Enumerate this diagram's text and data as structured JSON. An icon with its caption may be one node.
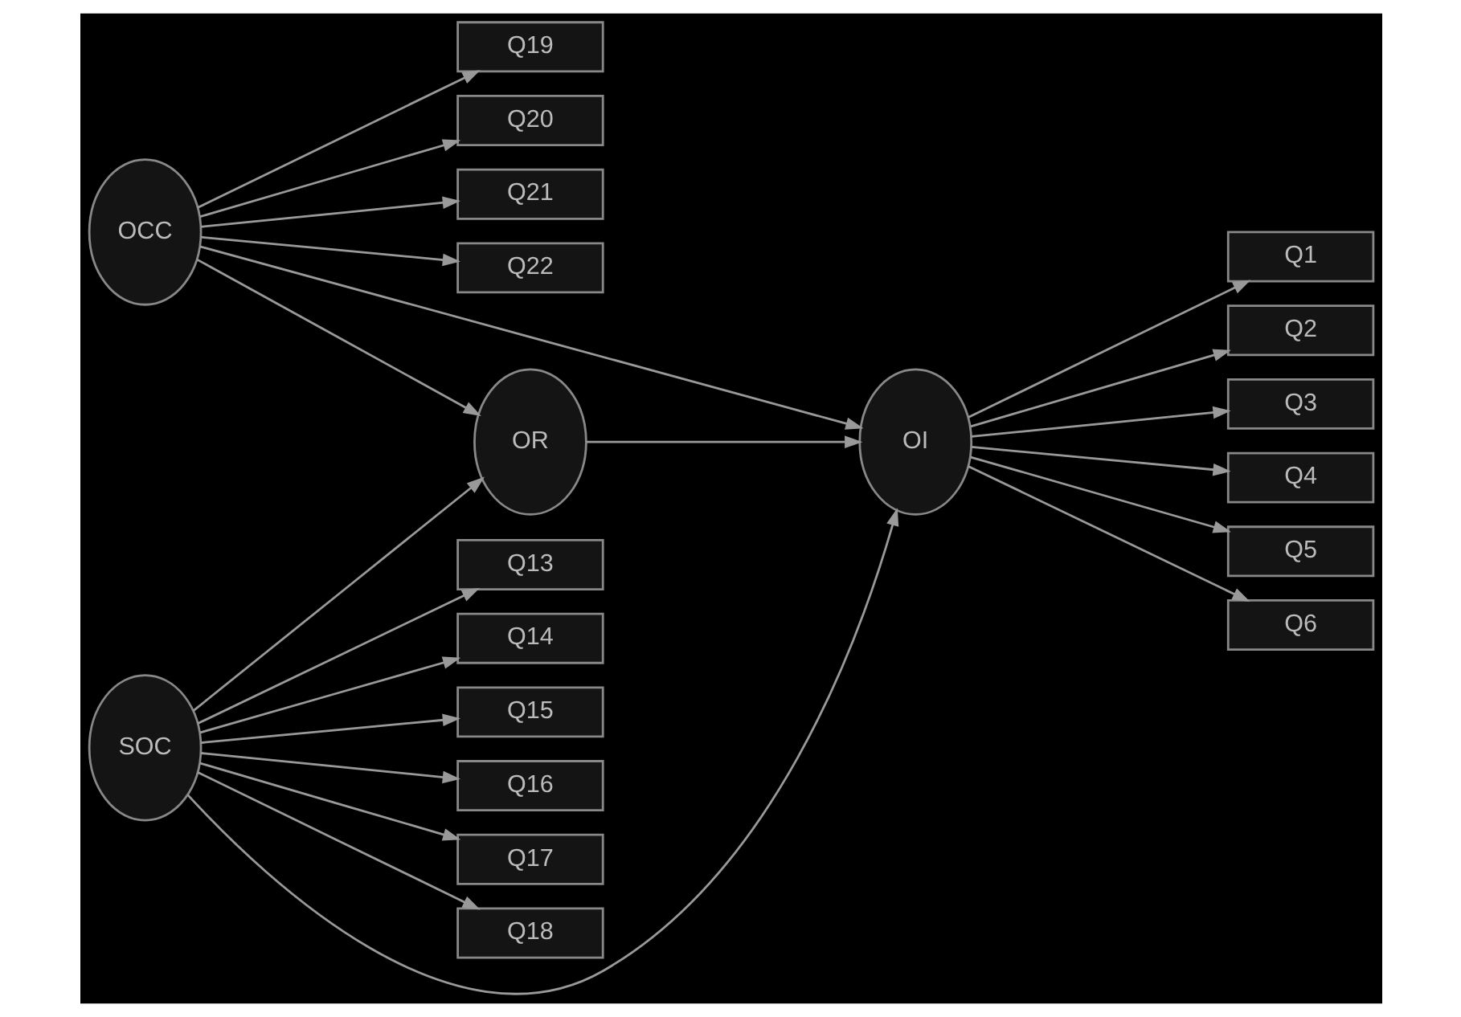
{
  "diagram": {
    "nodes": [
      {
        "text": [
          "OCC"
        ]
      },
      {
        "text": [
          "Q19"
        ]
      },
      {
        "text": [
          "Q20"
        ]
      },
      {
        "text": [
          "Q21"
        ]
      },
      {
        "text": [
          "Q22"
        ]
      },
      {
        "text": [
          "SOC"
        ]
      },
      {
        "text": [
          "Q13"
        ]
      },
      {
        "text": [
          "Q14"
        ]
      },
      {
        "text": [
          "Q15"
        ]
      },
      {
        "text": [
          "Q16"
        ]
      },
      {
        "text": [
          "Q17"
        ]
      },
      {
        "text": [
          "Q18"
        ]
      },
      {
        "text": [
          "OR"
        ]
      },
      {
        "text": [
          "OI"
        ]
      },
      {
        "text": [
          "Q1"
        ]
      },
      {
        "text": [
          "Q2"
        ]
      },
      {
        "text": [
          "Q3"
        ]
      },
      {
        "text": [
          "Q4"
        ]
      },
      {
        "text": [
          "Q5"
        ]
      },
      {
        "text": [
          "Q6"
        ]
      }
    ],
    "edges": [
      {
        "from": 0,
        "to": 1,
        "arrow": "to"
      },
      {
        "from": 0,
        "to": 2,
        "arrow": "to"
      },
      {
        "from": 0,
        "to": 3,
        "arrow": "to"
      },
      {
        "from": 0,
        "to": 4,
        "arrow": "to"
      },
      {
        "from": 0,
        "to": 12,
        "arrow": "to"
      },
      {
        "from": 0,
        "to": 13,
        "arrow": "to"
      },
      {
        "from": 5,
        "to": 6,
        "arrow": "to"
      },
      {
        "from": 5,
        "to": 7,
        "arrow": "to"
      },
      {
        "from": 5,
        "to": 8,
        "arrow": "to"
      },
      {
        "from": 5,
        "to": 9,
        "arrow": "to"
      },
      {
        "from": 5,
        "to": 10,
        "arrow": "to"
      },
      {
        "from": 5,
        "to": 11,
        "arrow": "to"
      },
      {
        "from": 5,
        "to": 12,
        "arrow": "to"
      },
      {
        "from": 5,
        "to": 13,
        "arrow": "to"
      },
      {
        "from": 12,
        "to": 13,
        "arrow": "to"
      },
      {
        "from": 13,
        "to": 14,
        "arrow": "to"
      },
      {
        "from": 13,
        "to": 15,
        "arrow": "to"
      },
      {
        "from": 13,
        "to": 16,
        "arrow": "to"
      },
      {
        "from": 13,
        "to": 17,
        "arrow": "to"
      },
      {
        "from": 13,
        "to": 18,
        "arrow": "to"
      },
      {
        "from": 13,
        "to": 19,
        "arrow": "to"
      }
    ]
  }
}
